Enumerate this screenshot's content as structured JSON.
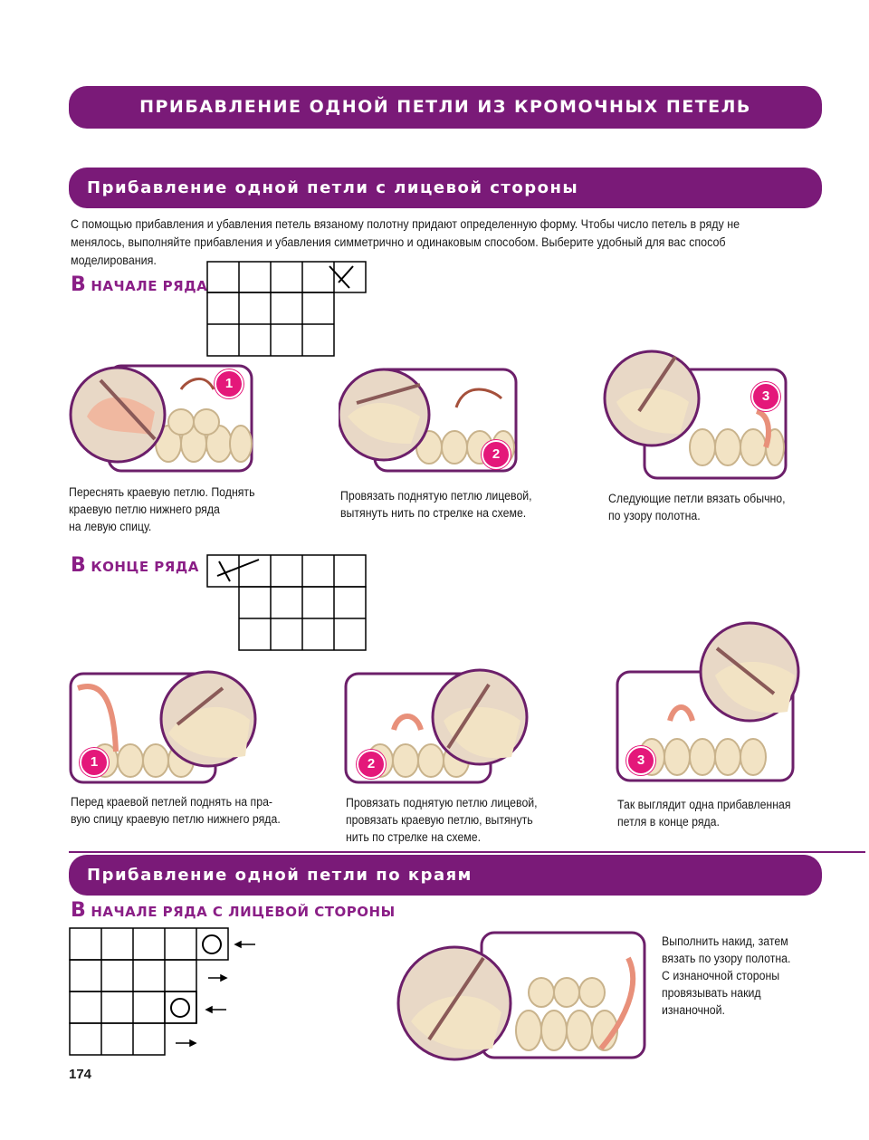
{
  "title": "ПРИБАВЛЕНИЕ ОДНОЙ ПЕТЛИ ИЗ КРОМОЧНЫХ ПЕТЕЛЬ",
  "section1": {
    "title": "Прибавление одной петли с лицевой стороны",
    "intro": "С помощью прибавления и убавления петель вязаному полотну придают определенную форму. Чтобы число петель в ряду не менялось, выполняйте прибавления и убавления симметрично и одинаковым способом. Выберите удобный для вас способ моделирования.",
    "start": {
      "heading_initial": "В",
      "heading_rest": "НАЧАЛЕ РЯДА",
      "steps": [
        {
          "num": "1",
          "caption": "Переснять краевую петлю. Поднять\nкраевую петлю нижнего ряда\nна левую спицу."
        },
        {
          "num": "2",
          "caption": "Провязать поднятую петлю лицевой,\nвытянуть нить по стрелке на схеме."
        },
        {
          "num": "3",
          "caption": "Следующие петли вязать обычно,\nпо узору полотна."
        }
      ]
    },
    "end": {
      "heading_initial": "В",
      "heading_rest": "КОНЦЕ РЯДА",
      "steps": [
        {
          "num": "1",
          "caption": "Перед краевой петлей поднять на пра-\nвую спицу краевую петлю нижнего ряда."
        },
        {
          "num": "2",
          "caption": "Провязать поднятую петлю лицевой,\nпровязать краевую петлю, вытянуть\nнить по стрелке на схеме."
        },
        {
          "num": "3",
          "caption": "Так выглядит одна прибавленная\nпетля в конце ряда."
        }
      ]
    }
  },
  "section2": {
    "title": "Прибавление одной петли по краям",
    "heading_initial": "В",
    "heading_rest": "НАЧАЛЕ РЯДА С ЛИЦЕВОЙ СТОРОНЫ",
    "caption": "Выполнить накид, затем\nвязать по узору полотна.\nС изнаночной стороны\nпровязывать накид\nизнаночной."
  },
  "colors": {
    "accent": "#7a1a78",
    "badge": "#e4187a",
    "yarn": "#f2e3c4",
    "highlight_yarn": "#e8907a"
  },
  "page_number": "174"
}
